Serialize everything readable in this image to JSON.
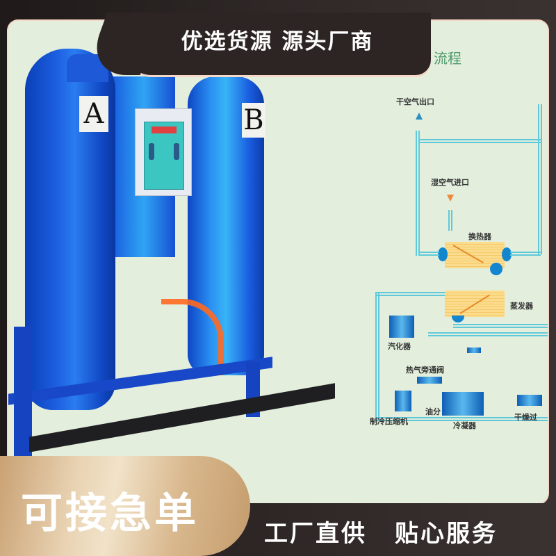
{
  "banner": {
    "top_title": "优选货源 源头厂商",
    "urgent_badge": "可接急单",
    "slogan_left": "工厂直供",
    "slogan_right": "贴心服务"
  },
  "photo": {
    "tank_a_label": "A",
    "tank_b_label": "B"
  },
  "diagram": {
    "title": "流程",
    "labels": {
      "dry_air_outlet": "干空气出口",
      "wet_air_inlet": "湿空气进口",
      "heat_exchanger": "换热器",
      "evaporator": "蒸发器",
      "vaporizer": "汽化器",
      "hot_gas_bypass_valve": "热气旁通阀",
      "oil_separator": "油分",
      "refrigeration_compressor": "制冷压缩机",
      "condenser": "冷凝器",
      "dry_filter": "干燥过"
    }
  },
  "colors": {
    "frame_dark": "#2d2524",
    "panel_bg": "#e3eedc",
    "panel_border": "#f6d8c8",
    "gold_badge": "#d9b88e",
    "pipe_cyan": "#5fc9dc",
    "tank_blue": "#1c5fe0",
    "diagram_title_green": "#4d9a6a"
  }
}
